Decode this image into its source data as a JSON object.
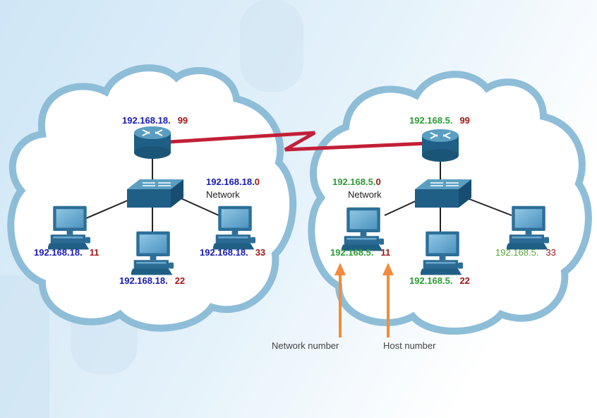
{
  "colors": {
    "left_network": "#1a1ab4",
    "right_network": "#2e9a38",
    "right_network_light": "#56a63a",
    "host": "#a01818",
    "wan_link": "#c21f38",
    "arrow": "#f08c3c"
  },
  "left": {
    "router": {
      "net": "192.168.18.",
      "host": "99"
    },
    "network": {
      "net": "192.168.18.",
      "host": "0",
      "word": "Network"
    },
    "pc1": {
      "net": "192.168.18.",
      "host": "11"
    },
    "pc2": {
      "net": "192.168.18.",
      "host": "22"
    },
    "pc3": {
      "net": "192.168.18.",
      "host": "33"
    }
  },
  "right": {
    "router": {
      "net": "192.168.5.",
      "host": "99"
    },
    "network": {
      "net": "192.168.5.",
      "host": "0",
      "word": "Network"
    },
    "pc1": {
      "net": "192.168.5.",
      "host": "11"
    },
    "pc2": {
      "net": "192.168.5.",
      "host": "22"
    },
    "pc3": {
      "net": "192.168.5.",
      "host": "33"
    }
  },
  "annotations": {
    "network_number": "Network number",
    "host_number": "Host number"
  },
  "icons": [
    "router-icon",
    "switch-icon",
    "pc-icon",
    "arrow-icon"
  ]
}
